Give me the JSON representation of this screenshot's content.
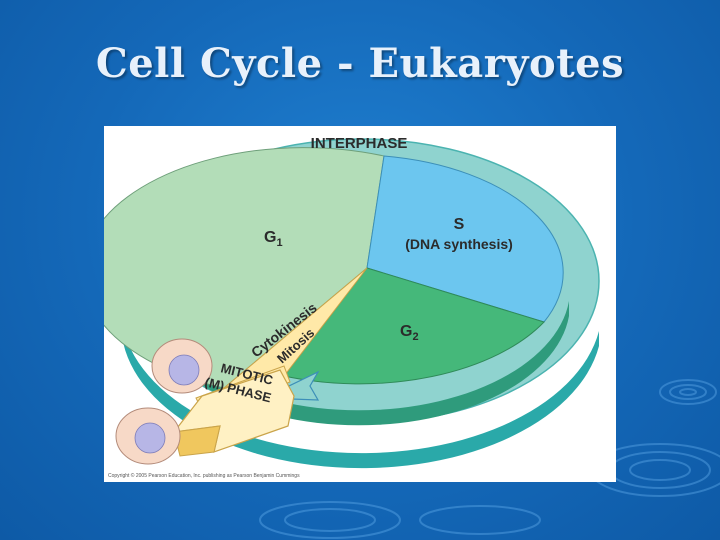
{
  "slide": {
    "title": "Cell Cycle - Eukaryotes"
  },
  "diagram": {
    "interphase_label": "INTERPHASE",
    "g1_label": "G",
    "g1_sub": "1",
    "s_label": "S",
    "s_sub_label": "(DNA synthesis)",
    "g2_label": "G",
    "g2_sub": "2",
    "cytokinesis_label": "Cytokinesis",
    "mitosis_label": "Mitosis",
    "mitotic_line1": "MITOTIC",
    "mitotic_line2": "(M) PHASE",
    "credit": "Copyright © 2005 Pearson Education, Inc. publishing as Pearson Benjamin Cummings"
  },
  "colors": {
    "background": "#1468b8",
    "ring": "#8fd3cf",
    "ring_side": "#2aa9a9",
    "g1": "#b3ddb8",
    "s": "#6cc6ef",
    "g2": "#45b87a",
    "m_phase": "#ffe9a8",
    "cell": "#f7d9c7",
    "nucleus": "#b7b6e6"
  }
}
